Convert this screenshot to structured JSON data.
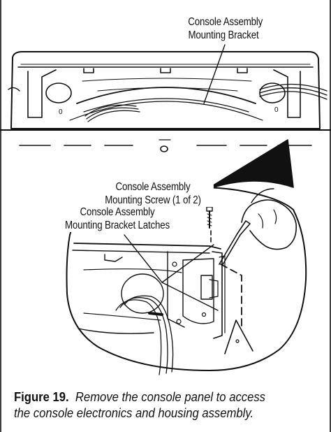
{
  "callouts": {
    "bracket": [
      "Console Assembly",
      "Mounting Bracket"
    ],
    "screw": [
      "Console Assembly",
      "Mounting Screw (1 of 2)"
    ],
    "latches": [
      "Console Assembly",
      "Mounting Bracket Latches"
    ]
  },
  "caption": {
    "figure": "Figure 19.",
    "line1": "Remove the console panel to access",
    "line2": "the console electronics and housing assembly."
  }
}
